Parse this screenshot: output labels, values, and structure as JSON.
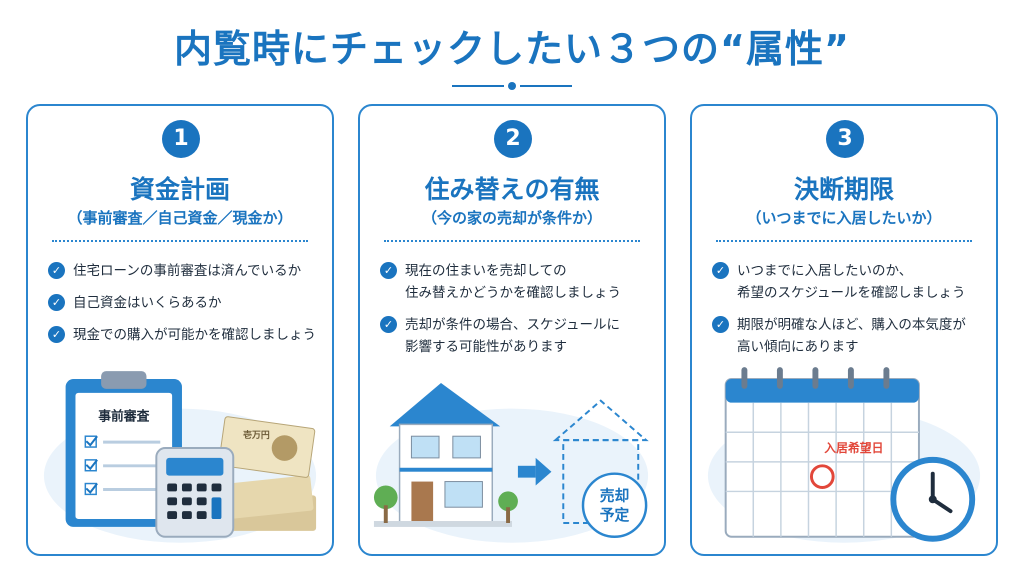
{
  "title": "内覧時にチェックしたい３つの“属性”",
  "cards": [
    {
      "number": "1",
      "title": "資金計画",
      "subtitle": "（事前審査／自己資金／現金か）",
      "items": [
        "住宅ローンの事前審査は済んでいるか",
        "自己資金はいくらあるか",
        "現金での購入が可能かを確認しましょう"
      ],
      "illustration_labels": {
        "clipboard": "事前審査",
        "money": "壱万円"
      }
    },
    {
      "number": "2",
      "title": "住み替えの有無",
      "subtitle": "（今の家の売却が条件か）",
      "items": [
        "現在の住まいを売却しての\n住み替えかどうかを確認しましょう",
        "売却が条件の場合、スケジュールに\n影響する可能性があります"
      ],
      "illustration_labels": {
        "badge_line1": "売却",
        "badge_line2": "予定"
      }
    },
    {
      "number": "3",
      "title": "決断期限",
      "subtitle": "（いつまでに入居したいか）",
      "items": [
        "いつまでに入居したいのか、\n希望のスケジュールを確認しましょう",
        "期限が明確な人ほど、購入の本気度が\n高い傾向にあります"
      ],
      "illustration_labels": {
        "calendar_mark": "入居希望日"
      }
    }
  ],
  "colors": {
    "accent": "#1a74bf",
    "border": "#2b86cf",
    "highlight": "#e2473a",
    "background": "#ffffff"
  },
  "icons": [
    "check-icon",
    "clipboard-icon",
    "calculator-icon",
    "money-icon",
    "house-icon",
    "arrow-right-icon",
    "calendar-icon",
    "clock-icon"
  ]
}
